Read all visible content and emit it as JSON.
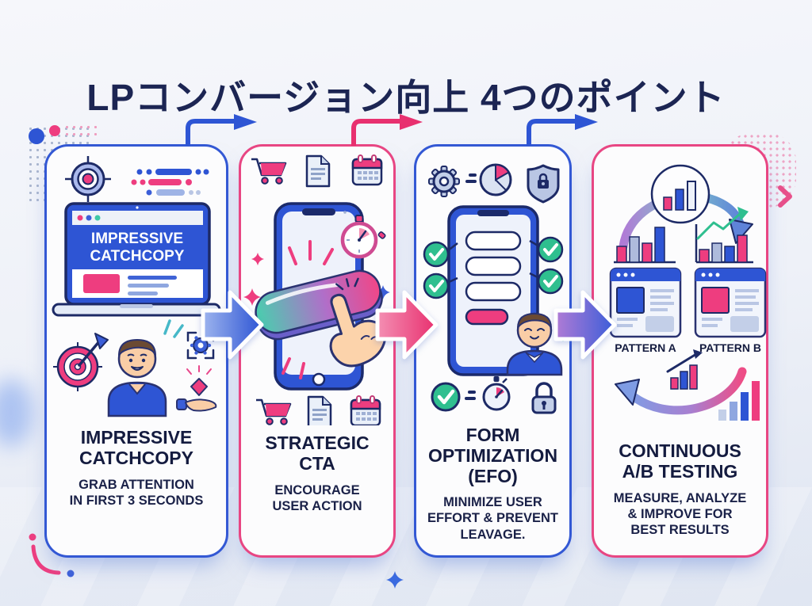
{
  "title": "LPコンバージョン向上 4つのポイント",
  "colors": {
    "navy": "#1B2451",
    "blue": "#2E55D4",
    "pink": "#EE3D7F",
    "teal": "#3EC9A7",
    "green": "#2FBF8F",
    "light_blue": "#B9C8F0"
  },
  "steps": [
    {
      "heading_lines": [
        "IMPRESSIVE",
        "CATCHCOPY"
      ],
      "subtitle_lines": [
        "GRAB ATTENTION",
        "IN FIRST 3 SECONDS"
      ],
      "border": "blue",
      "laptop_screen": [
        "IMPRESSIVE",
        "CATCHCOPY"
      ],
      "icons": [
        "target-icon",
        "dashed-text-lines",
        "laptop-browser",
        "dartboard-arrow-icon",
        "person-avatar",
        "sparkle-lines",
        "focus-gear-icon",
        "hand-diamond-icon"
      ]
    },
    {
      "heading_lines": [
        "STRATEGIC",
        "CTA"
      ],
      "subtitle_lines": [
        "ENCOURAGE",
        "USER ACTION"
      ],
      "border": "pink",
      "icons": [
        "cart-icon",
        "document-icon",
        "calendar-icon",
        "smartphone",
        "stopwatch-icon",
        "cta-pill-button",
        "tap-hand-icon",
        "sparkle-stars"
      ]
    },
    {
      "heading_lines": [
        "FORM",
        "OPTIMIZATION",
        "(EFO)"
      ],
      "subtitle_lines": [
        "MINIMIZE USER",
        "EFFORT & PREVENT",
        "LEAVAGE."
      ],
      "border": "blue",
      "icons": [
        "gear-icon",
        "pie-chart-icon",
        "shield-lock-icon",
        "smartphone-form",
        "check-circle-icons",
        "person-avatar",
        "check-circle-icon",
        "stopwatch-icon",
        "padlock-icon"
      ]
    },
    {
      "heading_lines": [
        "CONTINUOUS",
        "A/B TESTING"
      ],
      "subtitle_lines": [
        "MEASURE, ANALYZE",
        "& IMPROVE FOR",
        "BEST RESULTS"
      ],
      "border": "pink",
      "pattern_labels": [
        "PATTERN A",
        "PATTERN B"
      ],
      "icons": [
        "cycle-arrow",
        "bar-chart-circle-icon",
        "bar-chart-a",
        "bar-chart-b-growth",
        "browser-pattern-a",
        "browser-pattern-b",
        "swoosh-arrow",
        "ascending-bars-icon"
      ]
    }
  ]
}
